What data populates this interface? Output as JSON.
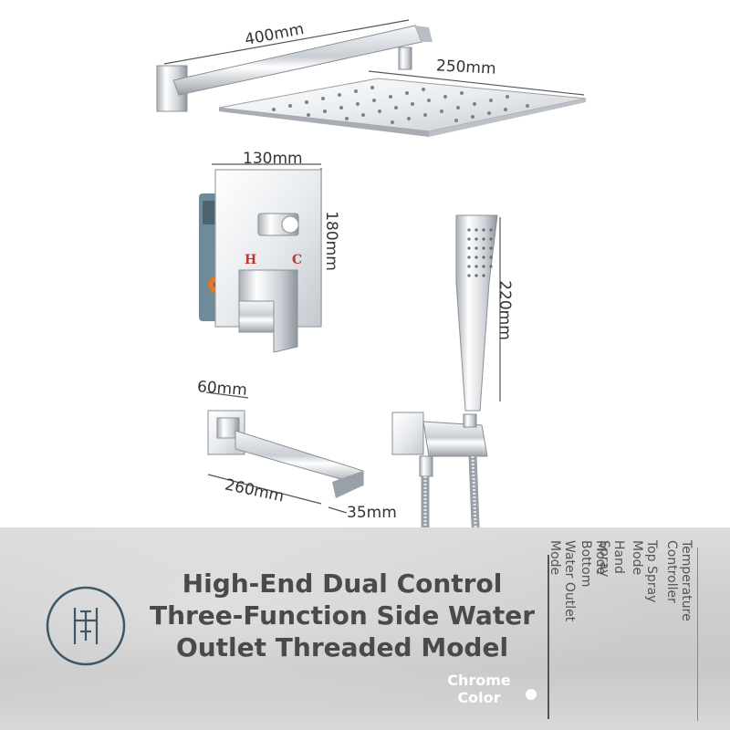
{
  "dimensions": {
    "arm_length": "400mm",
    "head_size": "250mm",
    "valve_width": "130mm",
    "valve_height": "180mm",
    "handheld_length": "220mm",
    "spout_height": "60mm",
    "spout_length": "260mm",
    "spout_outlet": "35mm"
  },
  "banner": {
    "title_lines": [
      "High-End Dual Control",
      "Three-Function Side Water",
      "Outlet Threaded Model"
    ],
    "finish_lines": [
      "Chrome",
      "Color"
    ],
    "modes": [
      [
        "Temperature",
        "Controller"
      ],
      [
        "Top Spray",
        "Mode"
      ],
      [
        "Hand",
        "Spray"
      ],
      [
        "Mode",
        "Bottom"
      ],
      [
        "Water Outlet",
        "Mode"
      ]
    ]
  },
  "valve_labels": {
    "hot": "H",
    "cold": "C"
  },
  "logo": {
    "icon": "monogram-logo-icon"
  },
  "colors": {
    "banner": "#cfcfcf",
    "title": "#4a4a4a",
    "chrome": "#d9dde2",
    "hot": "#c0392b",
    "cold": "#c0392b"
  }
}
